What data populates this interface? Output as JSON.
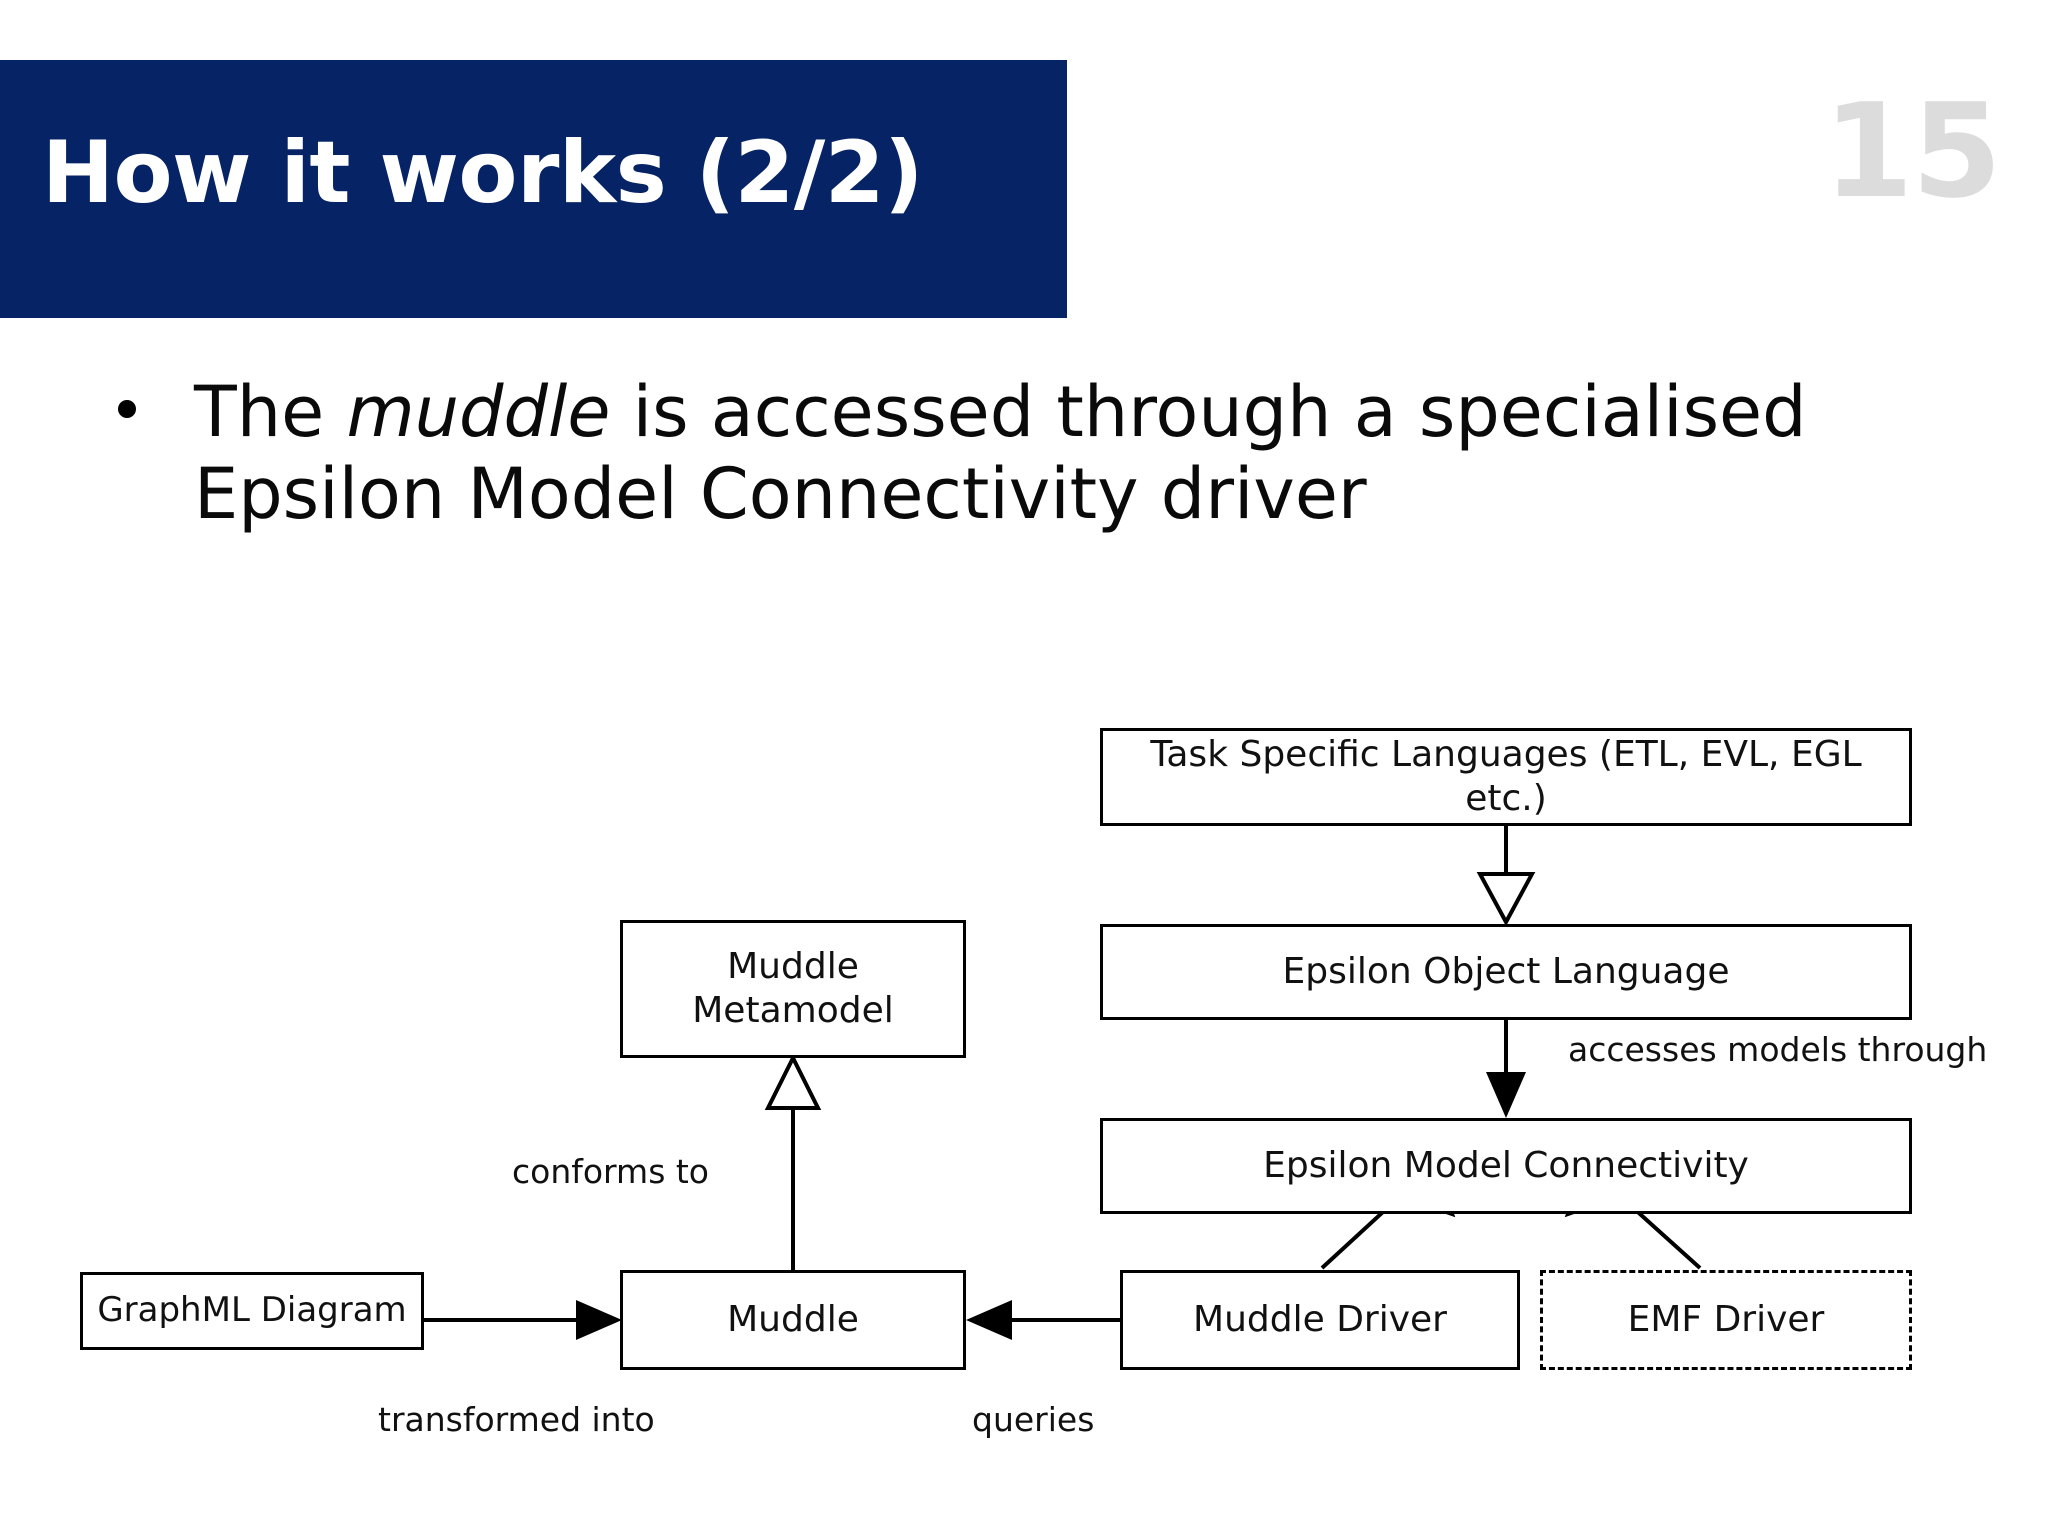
{
  "header": {
    "title": "How it works (2/2)",
    "page_number": "15",
    "bar_color": "#062366",
    "title_color": "#ffffff",
    "page_number_color": "#dcdcdc"
  },
  "bullet": {
    "marker": "bullet-dot",
    "text_before_emphasis": "The ",
    "emphasis": "muddle",
    "text_after_emphasis": " is accessed through a specialised Epsilon Model Connectivity driver"
  },
  "diagram": {
    "boxes": [
      {
        "id": "task-specific-languages",
        "label": "Task Specific Languages (ETL, EVL, EGL etc.)",
        "border": "solid"
      },
      {
        "id": "epsilon-object-language",
        "label": "Epsilon Object Language",
        "border": "solid"
      },
      {
        "id": "epsilon-model-connectivity",
        "label": "Epsilon Model Connectivity",
        "border": "solid"
      },
      {
        "id": "muddle-driver",
        "label": "Muddle Driver",
        "border": "solid"
      },
      {
        "id": "emf-driver",
        "label": "EMF Driver",
        "border": "dashed"
      },
      {
        "id": "muddle-metamodel",
        "label": "Muddle\nMetamodel",
        "label_line1": "Muddle",
        "label_line2": "Metamodel",
        "border": "solid"
      },
      {
        "id": "muddle",
        "label": "Muddle",
        "border": "solid"
      },
      {
        "id": "graphml-diagram",
        "label": "GraphML Diagram",
        "border": "solid"
      }
    ],
    "edge_labels": {
      "accesses_models_through": "accesses models through",
      "conforms_to": "conforms to",
      "transformed_into": "transformed into",
      "queries": "queries"
    },
    "line_color": "#000000"
  }
}
